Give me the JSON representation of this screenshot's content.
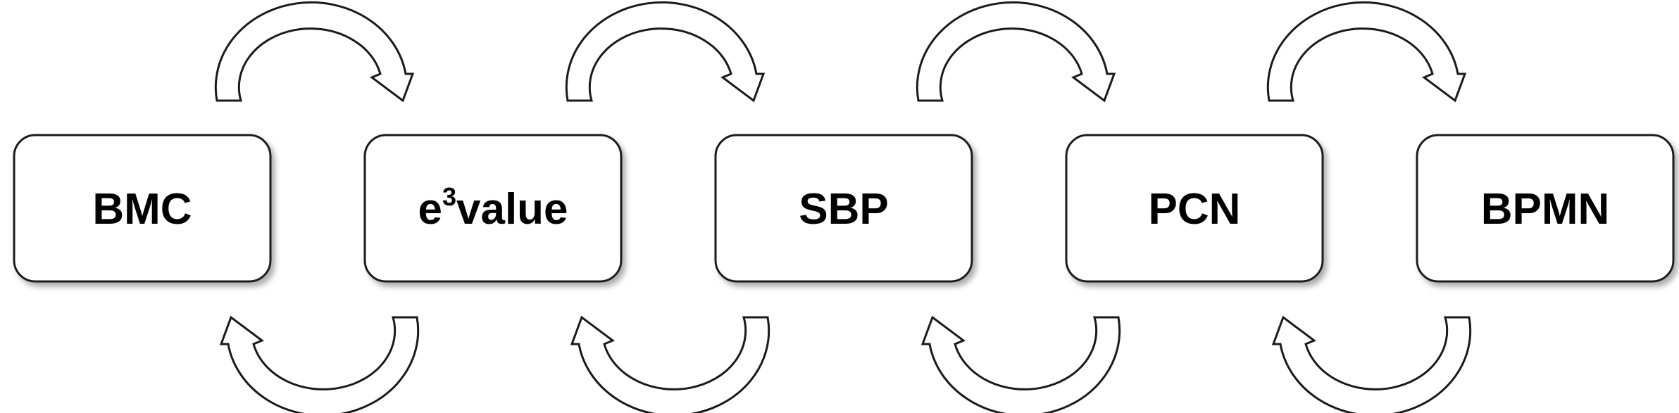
{
  "nodes": [
    {
      "label": "BMC"
    },
    {
      "label": "e",
      "superscript": "3",
      "suffix": "value"
    },
    {
      "label": "SBP"
    },
    {
      "label": "PCN"
    },
    {
      "label": "BPMN"
    }
  ],
  "connections": [
    {
      "from": "BMC",
      "to": "e3value",
      "directions": [
        "forward",
        "backward"
      ]
    },
    {
      "from": "e3value",
      "to": "SBP",
      "directions": [
        "forward",
        "backward"
      ]
    },
    {
      "from": "SBP",
      "to": "PCN",
      "directions": [
        "forward",
        "backward"
      ]
    },
    {
      "from": "PCN",
      "to": "BPMN",
      "directions": [
        "forward",
        "backward"
      ]
    }
  ],
  "colors": {
    "stroke": "#1a1a1a",
    "fill": "#ffffff",
    "text": "#000000",
    "shadow": "#9a9a9a"
  }
}
